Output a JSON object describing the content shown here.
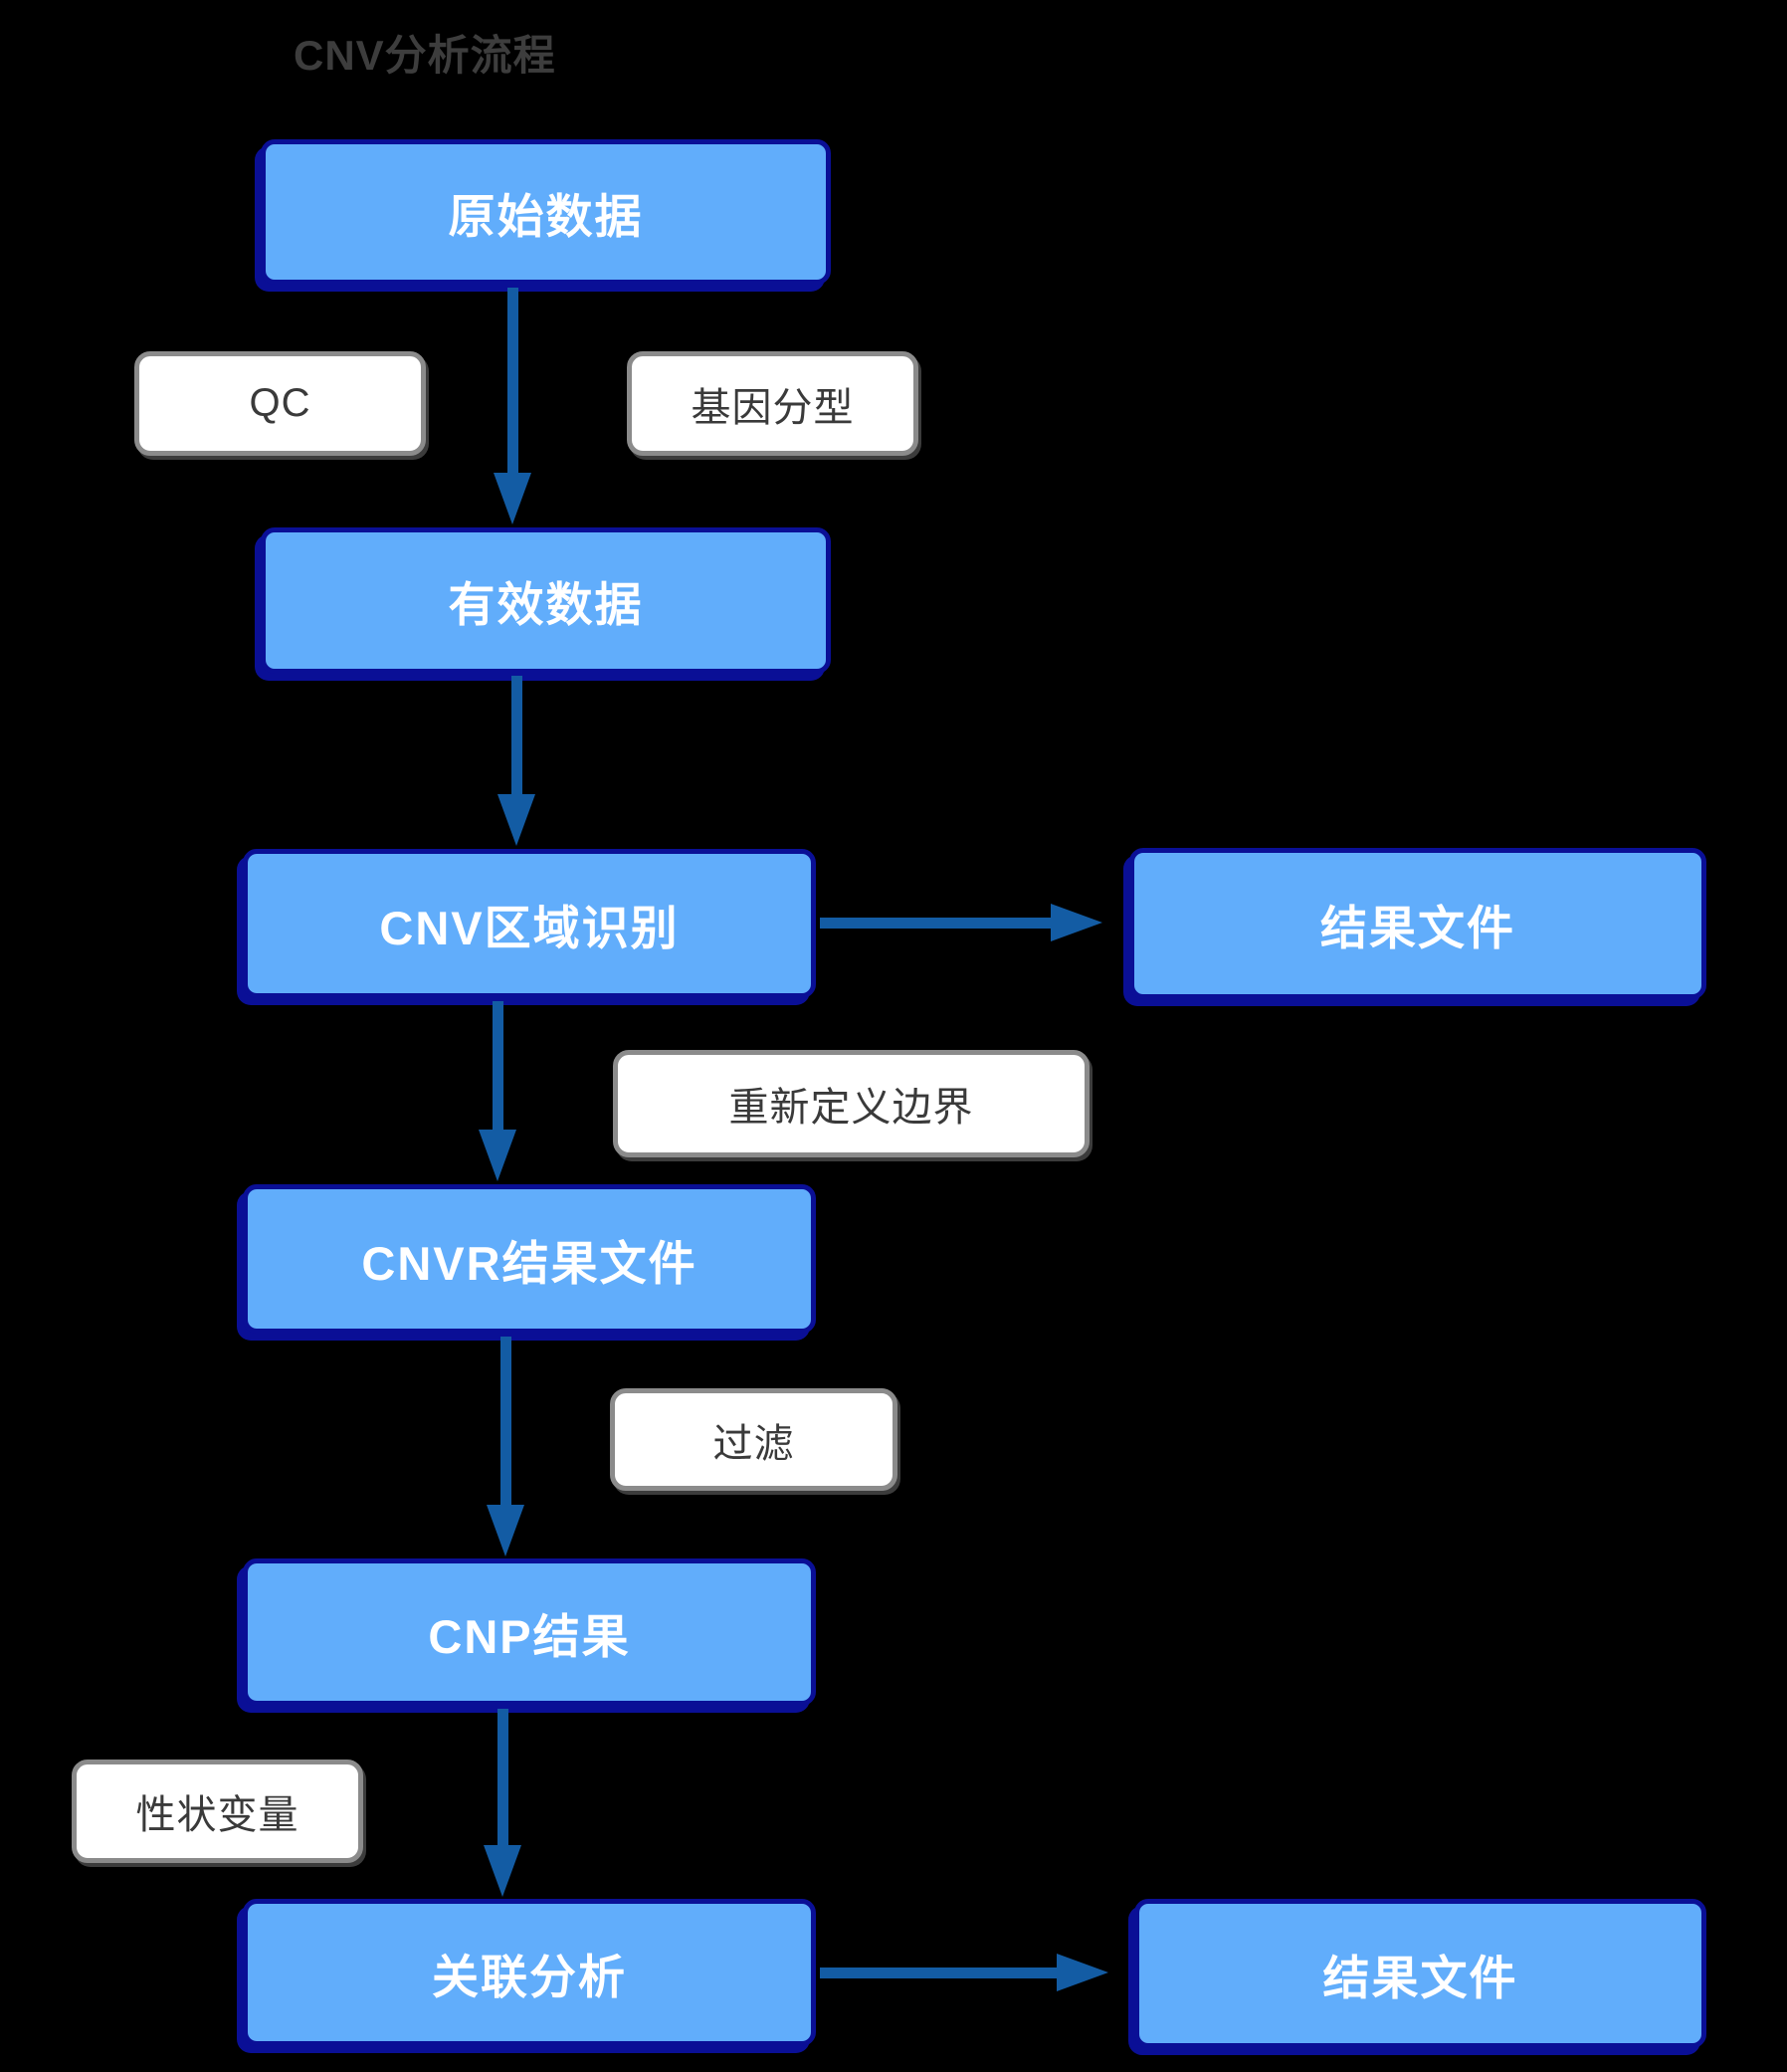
{
  "title": "CNV分析流程",
  "nodes": {
    "raw": {
      "label": "原始数据"
    },
    "valid": {
      "label": "有效数据"
    },
    "cnv_region": {
      "label": "CNV区域识别"
    },
    "result_top": {
      "label": "结果文件"
    },
    "cnvr": {
      "label": "CNVR结果文件"
    },
    "cnp": {
      "label": "CNP结果"
    },
    "assoc": {
      "label": "关联分析"
    },
    "result_bottom": {
      "label": "结果文件"
    }
  },
  "steps": {
    "qc": {
      "label": "QC"
    },
    "genotype": {
      "label": "基因分型"
    },
    "redefine": {
      "label": "重新定义边界"
    },
    "filter": {
      "label": "过滤"
    },
    "trait": {
      "label": "性状变量"
    }
  },
  "colors": {
    "background": "#000000",
    "node_fill": "#61adfb",
    "node_border": "#0a0f96",
    "node_text": "#ffffff",
    "arrow": "#135ca4",
    "step_fill": "#ffffff",
    "step_border": "#8b8b8b",
    "step_text": "#3a3a3a",
    "title_text": "#3d3d3d"
  }
}
